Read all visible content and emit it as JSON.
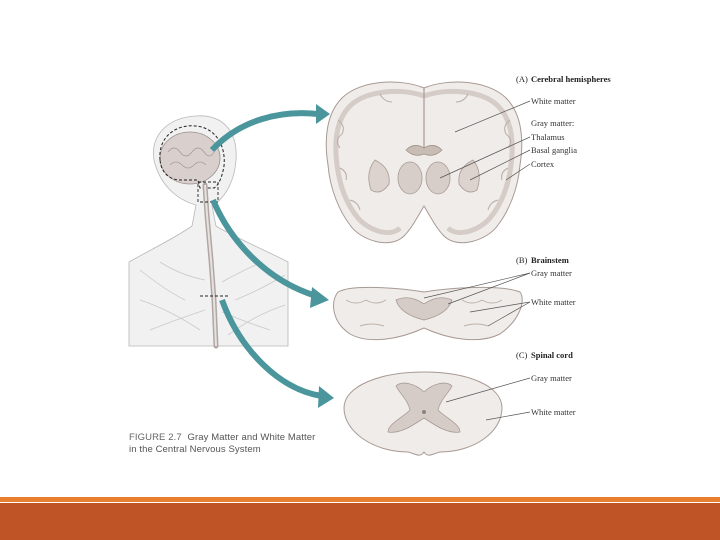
{
  "figure": {
    "caption_prefix": "FIGURE 2.7",
    "caption_line1": "Gray Matter and White Matter",
    "caption_line2": "in the Central Nervous System"
  },
  "panels": {
    "cerebral": {
      "letter": "(A)",
      "title": "Cerebral hemispheres",
      "labels": [
        "White matter",
        "Gray matter:",
        "Thalamus",
        "Basal ganglia",
        "Cortex"
      ]
    },
    "brainstem": {
      "letter": "(B)",
      "title": "Brainstem",
      "labels": [
        "Gray matter",
        "White matter"
      ]
    },
    "spinal": {
      "letter": "(C)",
      "title": "Spinal cord",
      "labels": [
        "Gray matter",
        "White matter"
      ]
    }
  },
  "colors": {
    "arrow": "#4a969c",
    "footer_thin": "#e87f2f",
    "footer_thick": "#bf5527",
    "tissue": "#f0ece9",
    "gray_matter": "#d6ccc7",
    "outline": "#a89a93"
  }
}
